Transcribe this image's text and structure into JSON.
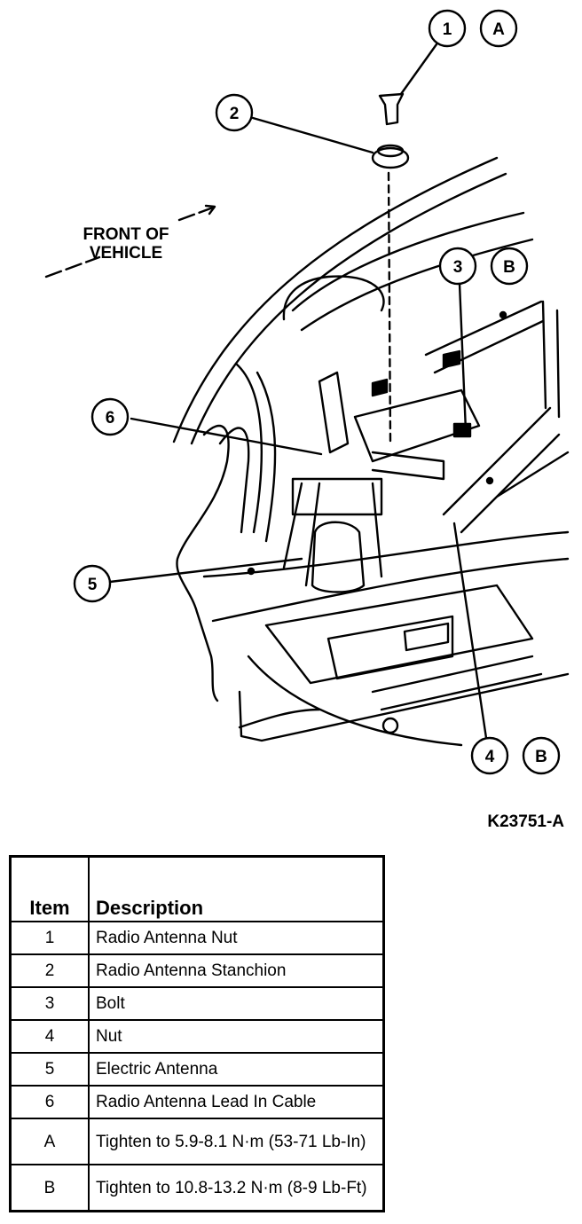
{
  "diagram": {
    "callouts": [
      {
        "id": "c1",
        "label": "1"
      },
      {
        "id": "cA",
        "label": "A"
      },
      {
        "id": "c2",
        "label": "2"
      },
      {
        "id": "c3",
        "label": "3"
      },
      {
        "id": "cB1",
        "label": "B"
      },
      {
        "id": "c6",
        "label": "6"
      },
      {
        "id": "c5",
        "label": "5"
      },
      {
        "id": "c4",
        "label": "4"
      },
      {
        "id": "cB2",
        "label": "B"
      }
    ],
    "front_label_line1": "FRONT OF",
    "front_label_line2": "VEHICLE",
    "figure_id": "K23751-A"
  },
  "table": {
    "headers": {
      "item": "Item",
      "description": "Description"
    },
    "rows": [
      {
        "item": "1",
        "description": "Radio Antenna Nut"
      },
      {
        "item": "2",
        "description": "Radio Antenna Stanchion"
      },
      {
        "item": "3",
        "description": "Bolt"
      },
      {
        "item": "4",
        "description": "Nut"
      },
      {
        "item": "5",
        "description": "Electric Antenna"
      },
      {
        "item": "6",
        "description": "Radio Antenna Lead In Cable"
      },
      {
        "item": "A",
        "description": "Tighten to 5.9-8.1 N·m (53-71 Lb-In)"
      },
      {
        "item": "B",
        "description": "Tighten to 10.8-13.2 N·m (8-9 Lb-Ft)"
      }
    ]
  }
}
